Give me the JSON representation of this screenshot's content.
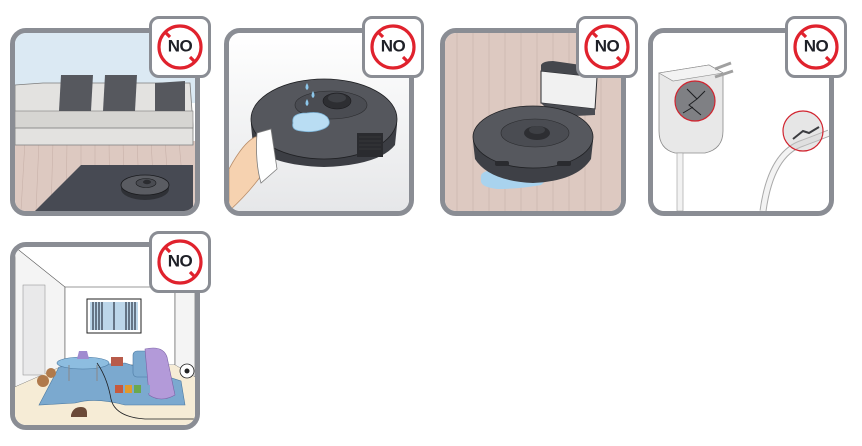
{
  "page": {
    "title": "Robot vacuum usage warnings",
    "colors": {
      "frame": "#8a8d94",
      "prohibit_red": "#e0222d",
      "badge_text": "#1e2027",
      "robot_body": "#45474d",
      "water": "#a9d3ee",
      "wood_floor": "#ddc9c1",
      "sky": "#dbe9f3",
      "rug": "#7ba9cf"
    }
  },
  "panels": [
    {
      "id": "panel-1",
      "scene": "Robot on dark rug in front of sofa (do not use on dark/tall-pile surfaces)",
      "badge": {
        "label": "NO",
        "icon": "prohibition-icon"
      }
    },
    {
      "id": "panel-2",
      "scene": "Hand wiping wet robot with cloth, water drops on top (do not wet/clean with liquid)",
      "badge": {
        "label": "NO",
        "icon": "prohibition-icon"
      }
    },
    {
      "id": "panel-3",
      "scene": "Robot near dock over water puddle on wooden floor (do not use on wet floors)",
      "badge": {
        "label": "NO",
        "icon": "prohibition-icon"
      }
    },
    {
      "id": "panel-4",
      "scene": "Cracked power adapter and damaged cable circled in red (do not use damaged adapter/cord)",
      "badge": {
        "label": "NO",
        "icon": "prohibition-icon"
      }
    },
    {
      "id": "panel-5",
      "scene": "Cluttered room with toys, shoe, cable and blanket on rug (clear obstacles before cleaning)",
      "badge": {
        "label": "NO",
        "icon": "prohibition-icon"
      }
    }
  ]
}
